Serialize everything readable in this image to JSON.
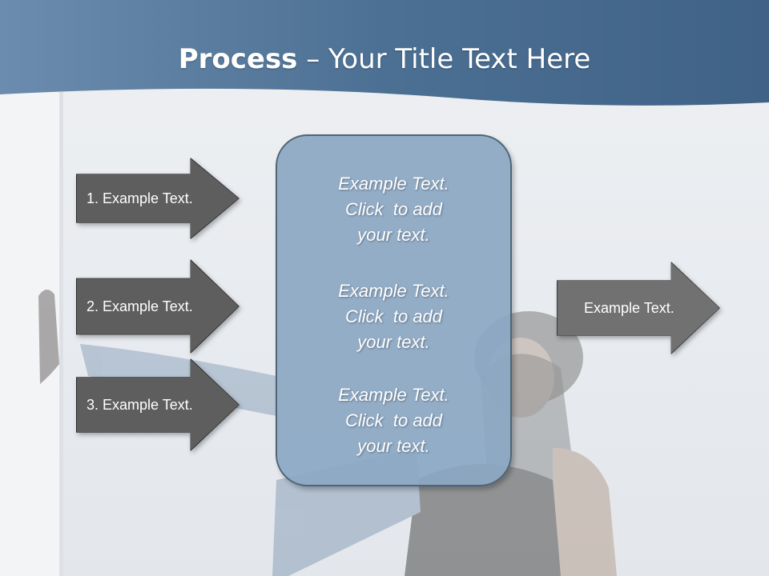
{
  "slide": {
    "title_bold": "Process",
    "title_rest": " – Your Title Text Here"
  },
  "arrows": [
    {
      "label": "1. Example Text."
    },
    {
      "label": "2. Example Text."
    },
    {
      "label": "3. Example Text."
    },
    {
      "label": "Example Text."
    }
  ],
  "center": {
    "paragraphs": [
      {
        "line1": "Example Text.",
        "line2": "Click  to add",
        "line3": "your text."
      },
      {
        "line1": "Example Text.",
        "line2": "Click  to add",
        "line3": "your text."
      },
      {
        "line1": "Example Text.",
        "line2": "Click  to add",
        "line3": "your text."
      }
    ]
  },
  "colors": {
    "header_band": "#4f7296",
    "arrow_fill": "#5e5e5e",
    "center_box_fill": "#8ca8c4"
  }
}
